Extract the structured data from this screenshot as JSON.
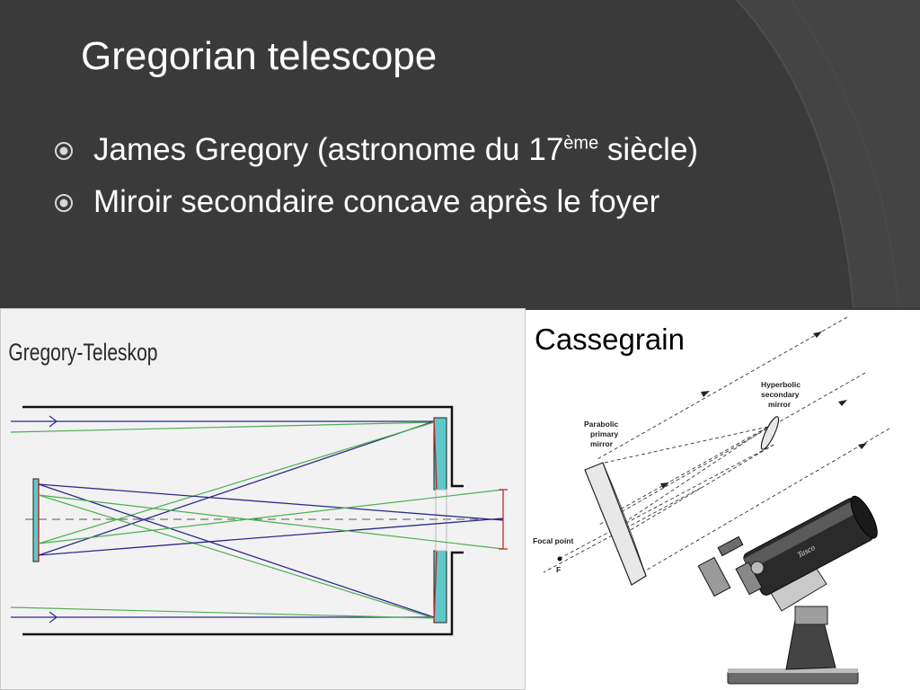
{
  "slide": {
    "title": "Gregorian telescope",
    "bullets": [
      {
        "before": "James Gregory (astronome du 17",
        "sup": "ème",
        "after": " siècle)"
      },
      {
        "before": "Miroir secondaire concave après le foyer",
        "sup": "",
        "after": ""
      }
    ]
  },
  "left_diagram": {
    "title": "Gregory-Teleskop"
  },
  "right_diagram": {
    "title": "Cassegrain",
    "labels": {
      "primary": [
        "Parabolic",
        "primary",
        "mirror"
      ],
      "secondary": [
        "Hyperbolic",
        "secondary",
        "mirror"
      ],
      "focal": "Focal point",
      "focal_letter": "F",
      "brand": "Tasco"
    }
  },
  "colors": {
    "background": "#3b3b3b",
    "title_text": "#ffffff",
    "ray_blue": "#2e2a8a",
    "ray_green": "#4caf50",
    "mirror_fill": "#5fc9c9"
  }
}
